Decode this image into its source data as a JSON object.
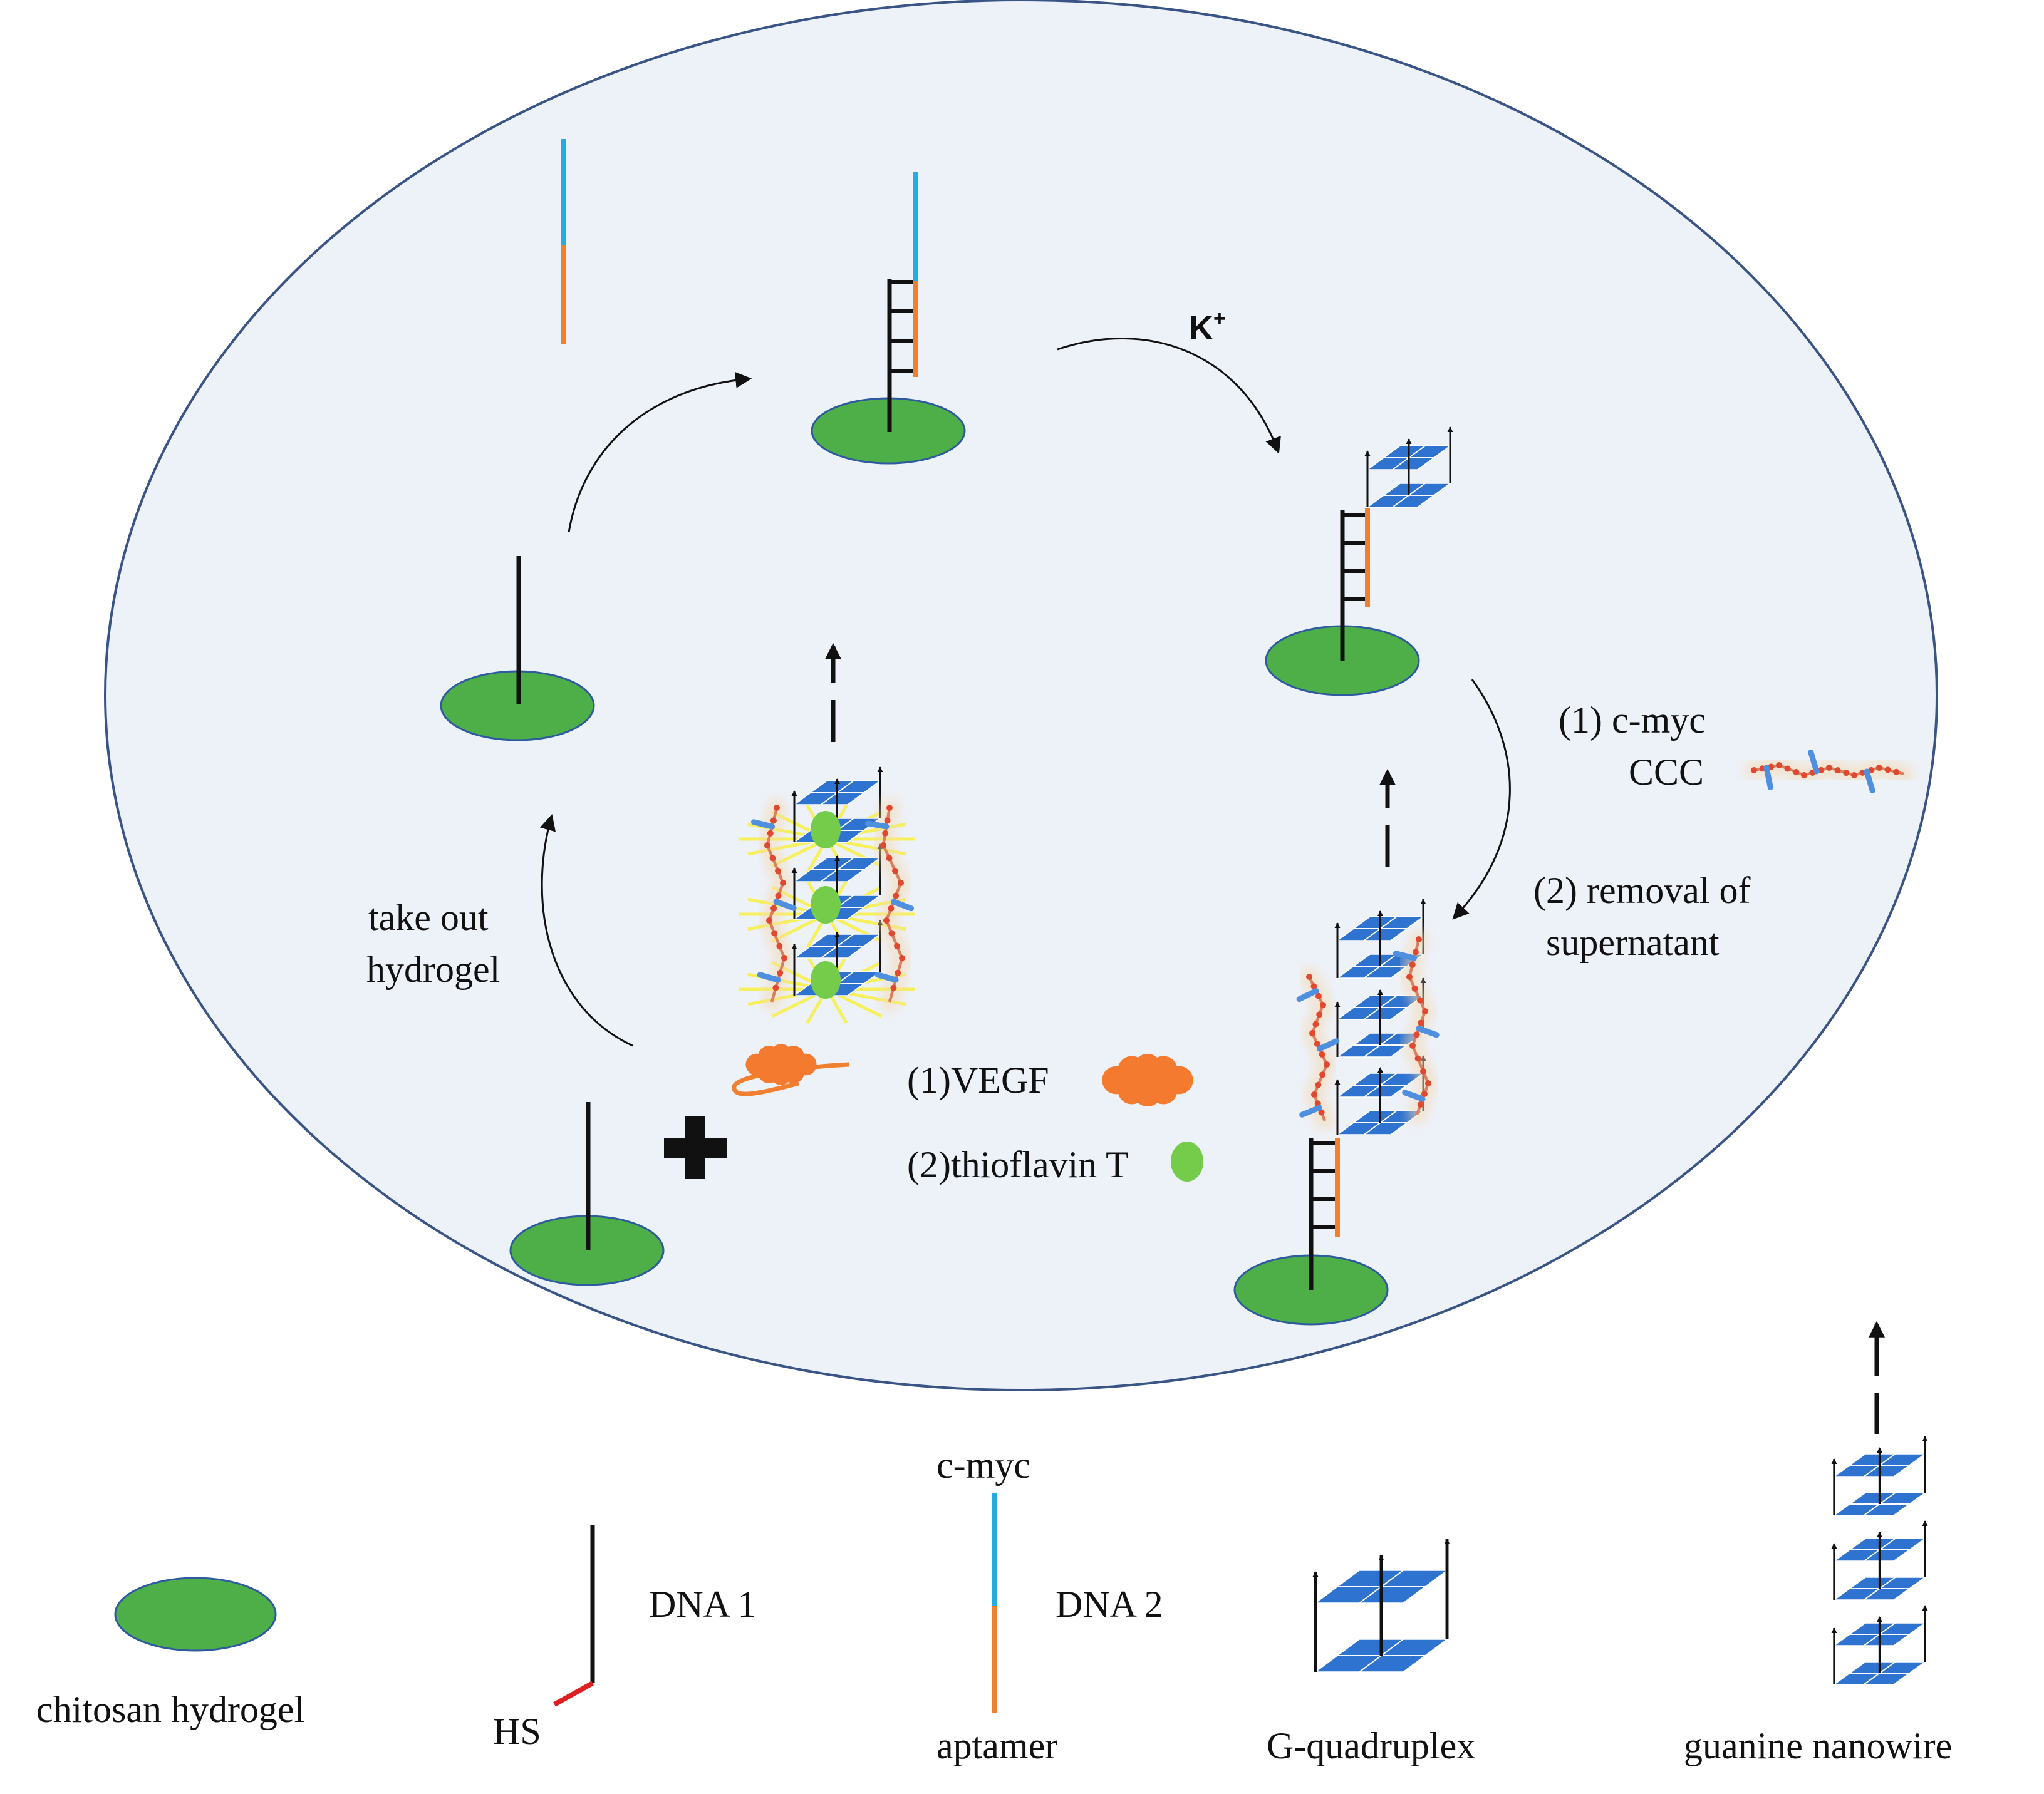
{
  "labels": {
    "k_plus": "K",
    "k_plus_sup": "+",
    "cmyc_ccc_line1": "(1) c-myc",
    "cmyc_ccc_line2": "CCC",
    "removal_line1": "(2) removal of",
    "removal_line2": "supernatant",
    "take_out_line1": "take out",
    "take_out_line2": "hydrogel",
    "vegf": "(1)VEGF",
    "thioflavin": "(2)thioflavin T"
  },
  "legend": {
    "chitosan": "chitosan hydrogel",
    "dna1": "DNA 1",
    "hs": "HS",
    "cmyc": "c-myc",
    "dna2": "DNA 2",
    "aptamer": "aptamer",
    "gquad": "G-quadruplex",
    "nanowire": "guanine nanowire"
  },
  "colors": {
    "cell_fill": "#edf1f8",
    "cell_stroke": "#3a5486",
    "hydrogel_fill": "#4eae48",
    "hydrogel_stroke": "#2e5aa0",
    "strand": "#111111",
    "cmyc_blue": "#27aae1",
    "aptamer_orange": "#f08030",
    "hs_red": "#e02020",
    "quad_blue": "#2f73d0",
    "vegf_orange": "#f47a30",
    "thioflavin_green": "#74cc4a",
    "glow_yellow": "#f8f040"
  }
}
